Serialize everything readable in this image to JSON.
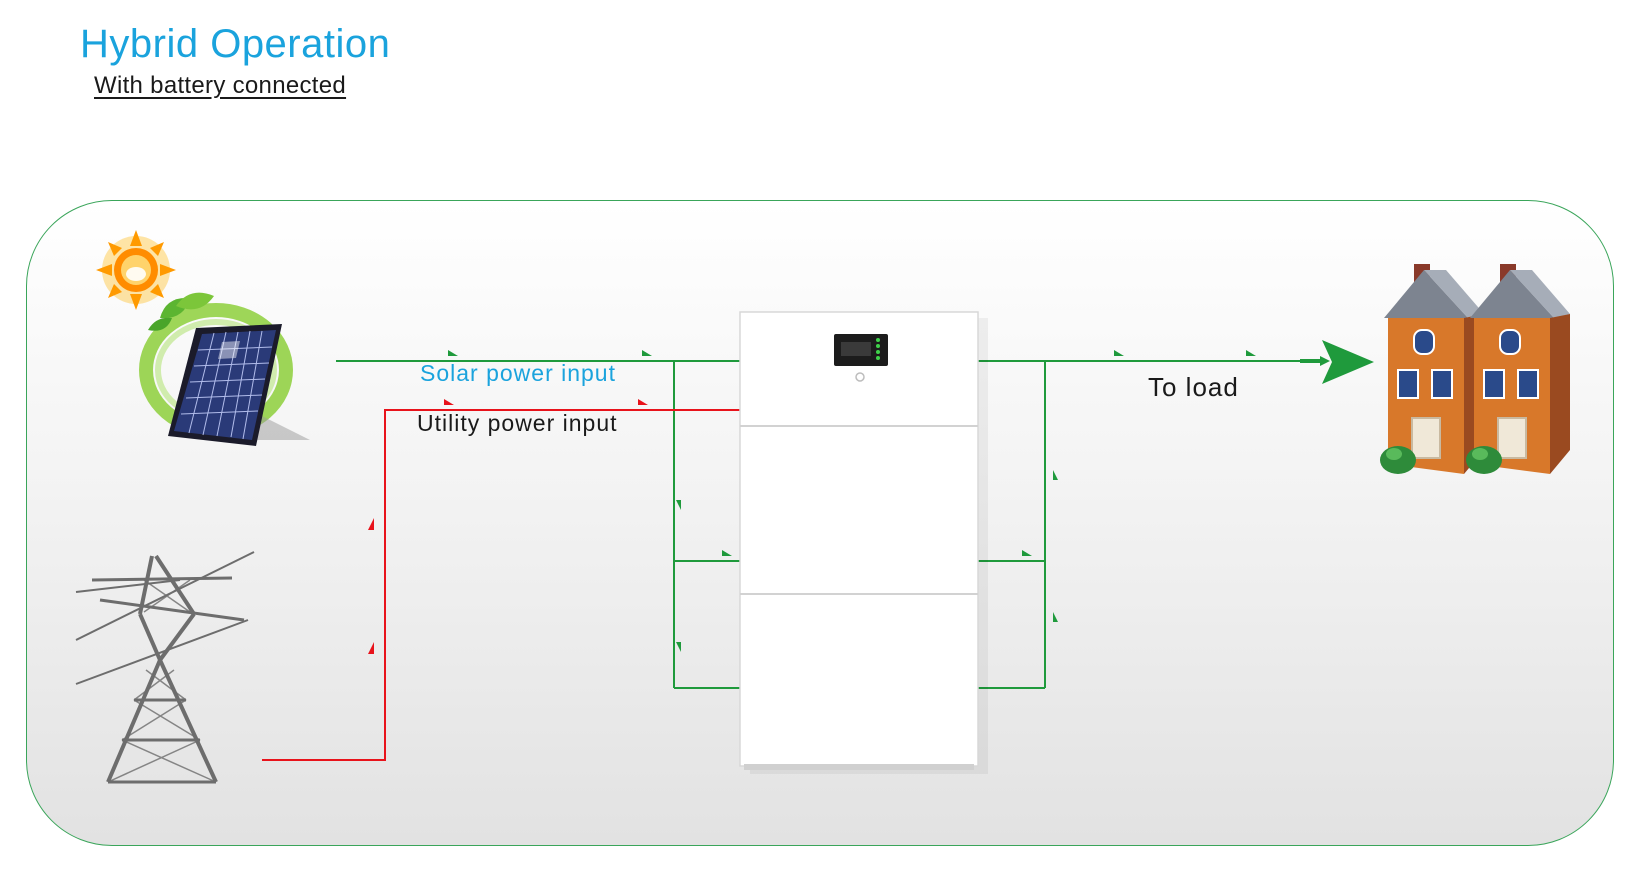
{
  "title": "Hybrid Operation",
  "subtitle": "With battery connected",
  "labels": {
    "solar": "Solar power input",
    "utility": "Utility power input",
    "load": "To load"
  },
  "icons": {
    "sun": "sun-icon",
    "solar_panel": "solar-panel-icon",
    "pylon": "power-pylon-icon",
    "inverter": "hybrid-inverter-battery-icon",
    "houses": "houses-icon"
  },
  "colors": {
    "title": "#1aa3dd",
    "solar_label": "#1aa3dd",
    "solar_line": "#1f9a3c",
    "utility_line": "#e8131b",
    "frame": "#3aa55a"
  }
}
